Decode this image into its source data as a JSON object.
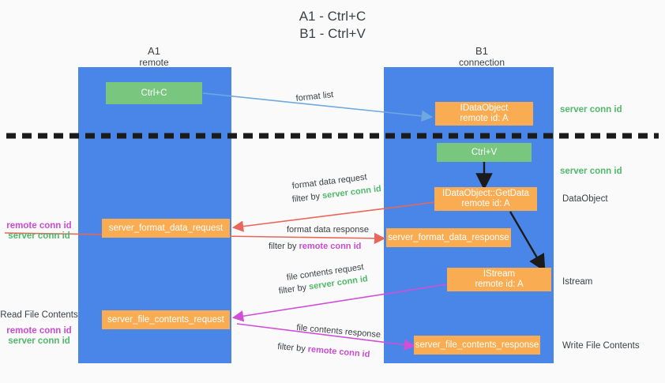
{
  "title": {
    "line1": "A1 - Ctrl+C",
    "line2": "B1 - Ctrl+V"
  },
  "colors": {
    "lane": "#4a86e8",
    "box_orange": "#f9ac51",
    "box_green": "#79c67f",
    "server_conn_id": "#51b96a",
    "remote_conn_id": "#c94bd0",
    "arrow_blue": "#6fa8dc",
    "arrow_red": "#e8675a",
    "arrow_magenta": "#cf4fd6",
    "arrow_dark": "#1b1b1b",
    "background": "#fafafa"
  },
  "columns": [
    {
      "name": "A1",
      "subtitle": "remote"
    },
    {
      "name": "B1",
      "subtitle": "connection"
    }
  ],
  "boxes": {
    "ctrl_c": {
      "line1": "Ctrl+C"
    },
    "ctrl_v": {
      "line1": "Ctrl+V"
    },
    "idataobject": {
      "line1": "\u0003\u0002IDataObject",
      "line2": "remote id: A"
    },
    "getdata": {
      "line1": "IDataObject::GetData",
      "line2": "remote id: A"
    },
    "istream": {
      "line1": "IStream",
      "line2": "remote id: A"
    },
    "server_format_data_request": {
      "line1": "server_format_data_request"
    },
    "server_format_data_response": {
      "line1": "server_format_data_response"
    },
    "server_file_contents_request": {
      "line1": "server_file_contents_request"
    },
    "server_file_contents_response": {
      "line1": "server_file_contents_response"
    }
  },
  "edge_labels": {
    "format_list": "format list",
    "format_data_request": "format data request",
    "format_data_request_filter_prefix": "filter by ",
    "format_data_request_filter_value": "server conn id",
    "format_data_response": "format data response",
    "format_data_response_filter_prefix": "filter by ",
    "format_data_response_filter_value": "remote conn id",
    "file_contents_request": "file contents request",
    "file_contents_request_filter_prefix": "filter by ",
    "file_contents_request_filter_value": "server conn id",
    "file_contents_response": "file contents response",
    "file_contents_response_filter_prefix": "filter by ",
    "file_contents_response_filter_value": "remote conn id"
  },
  "left_labels": {
    "format_remote_conn_id": "remote conn id",
    "format_server_conn_id": "server conn id",
    "read_file_contents": "Read File Contents",
    "file_remote_conn_id": "remote conn id",
    "file_server_conn_id": "server conn id"
  },
  "right_labels": {
    "server_conn_id_top": "server conn id",
    "server_conn_id_second": "server conn id",
    "dataobject": "DataObject",
    "istream": "Istream",
    "write_file_contents": "Write File Contents"
  }
}
